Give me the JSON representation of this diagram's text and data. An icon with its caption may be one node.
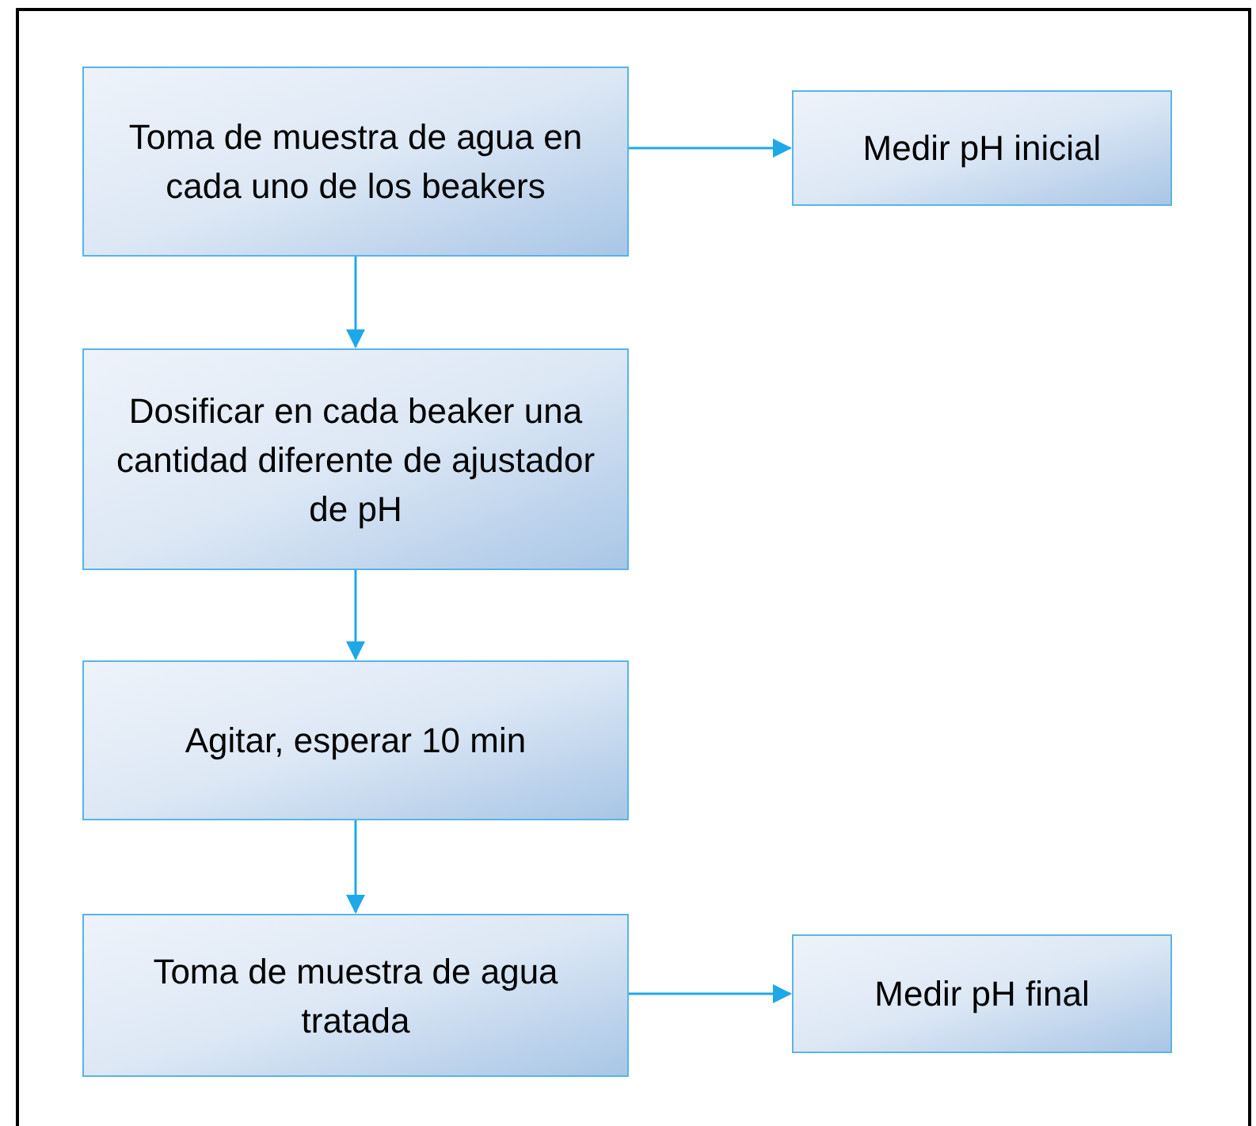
{
  "diagram": {
    "nodes": [
      {
        "text": [
          "Toma de muestra de agua en cada uno de los beakers"
        ]
      },
      {
        "text": [
          "Medir pH inicial"
        ]
      },
      {
        "text": [
          "Dosificar en cada beaker una cantidad diferente de ajustador de pH"
        ]
      },
      {
        "text": [
          "Agitar, esperar 10 min"
        ]
      },
      {
        "text": [
          "Toma de muestra de agua tratada"
        ]
      },
      {
        "text": [
          "Medir pH final"
        ]
      }
    ],
    "edges": [
      {
        "from": 0,
        "to": 1,
        "arrow": "to"
      },
      {
        "from": 0,
        "to": 2,
        "arrow": "to"
      },
      {
        "from": 2,
        "to": 3,
        "arrow": "to"
      },
      {
        "from": 3,
        "to": 4,
        "arrow": "to"
      },
      {
        "from": 4,
        "to": 5,
        "arrow": "to"
      }
    ]
  }
}
